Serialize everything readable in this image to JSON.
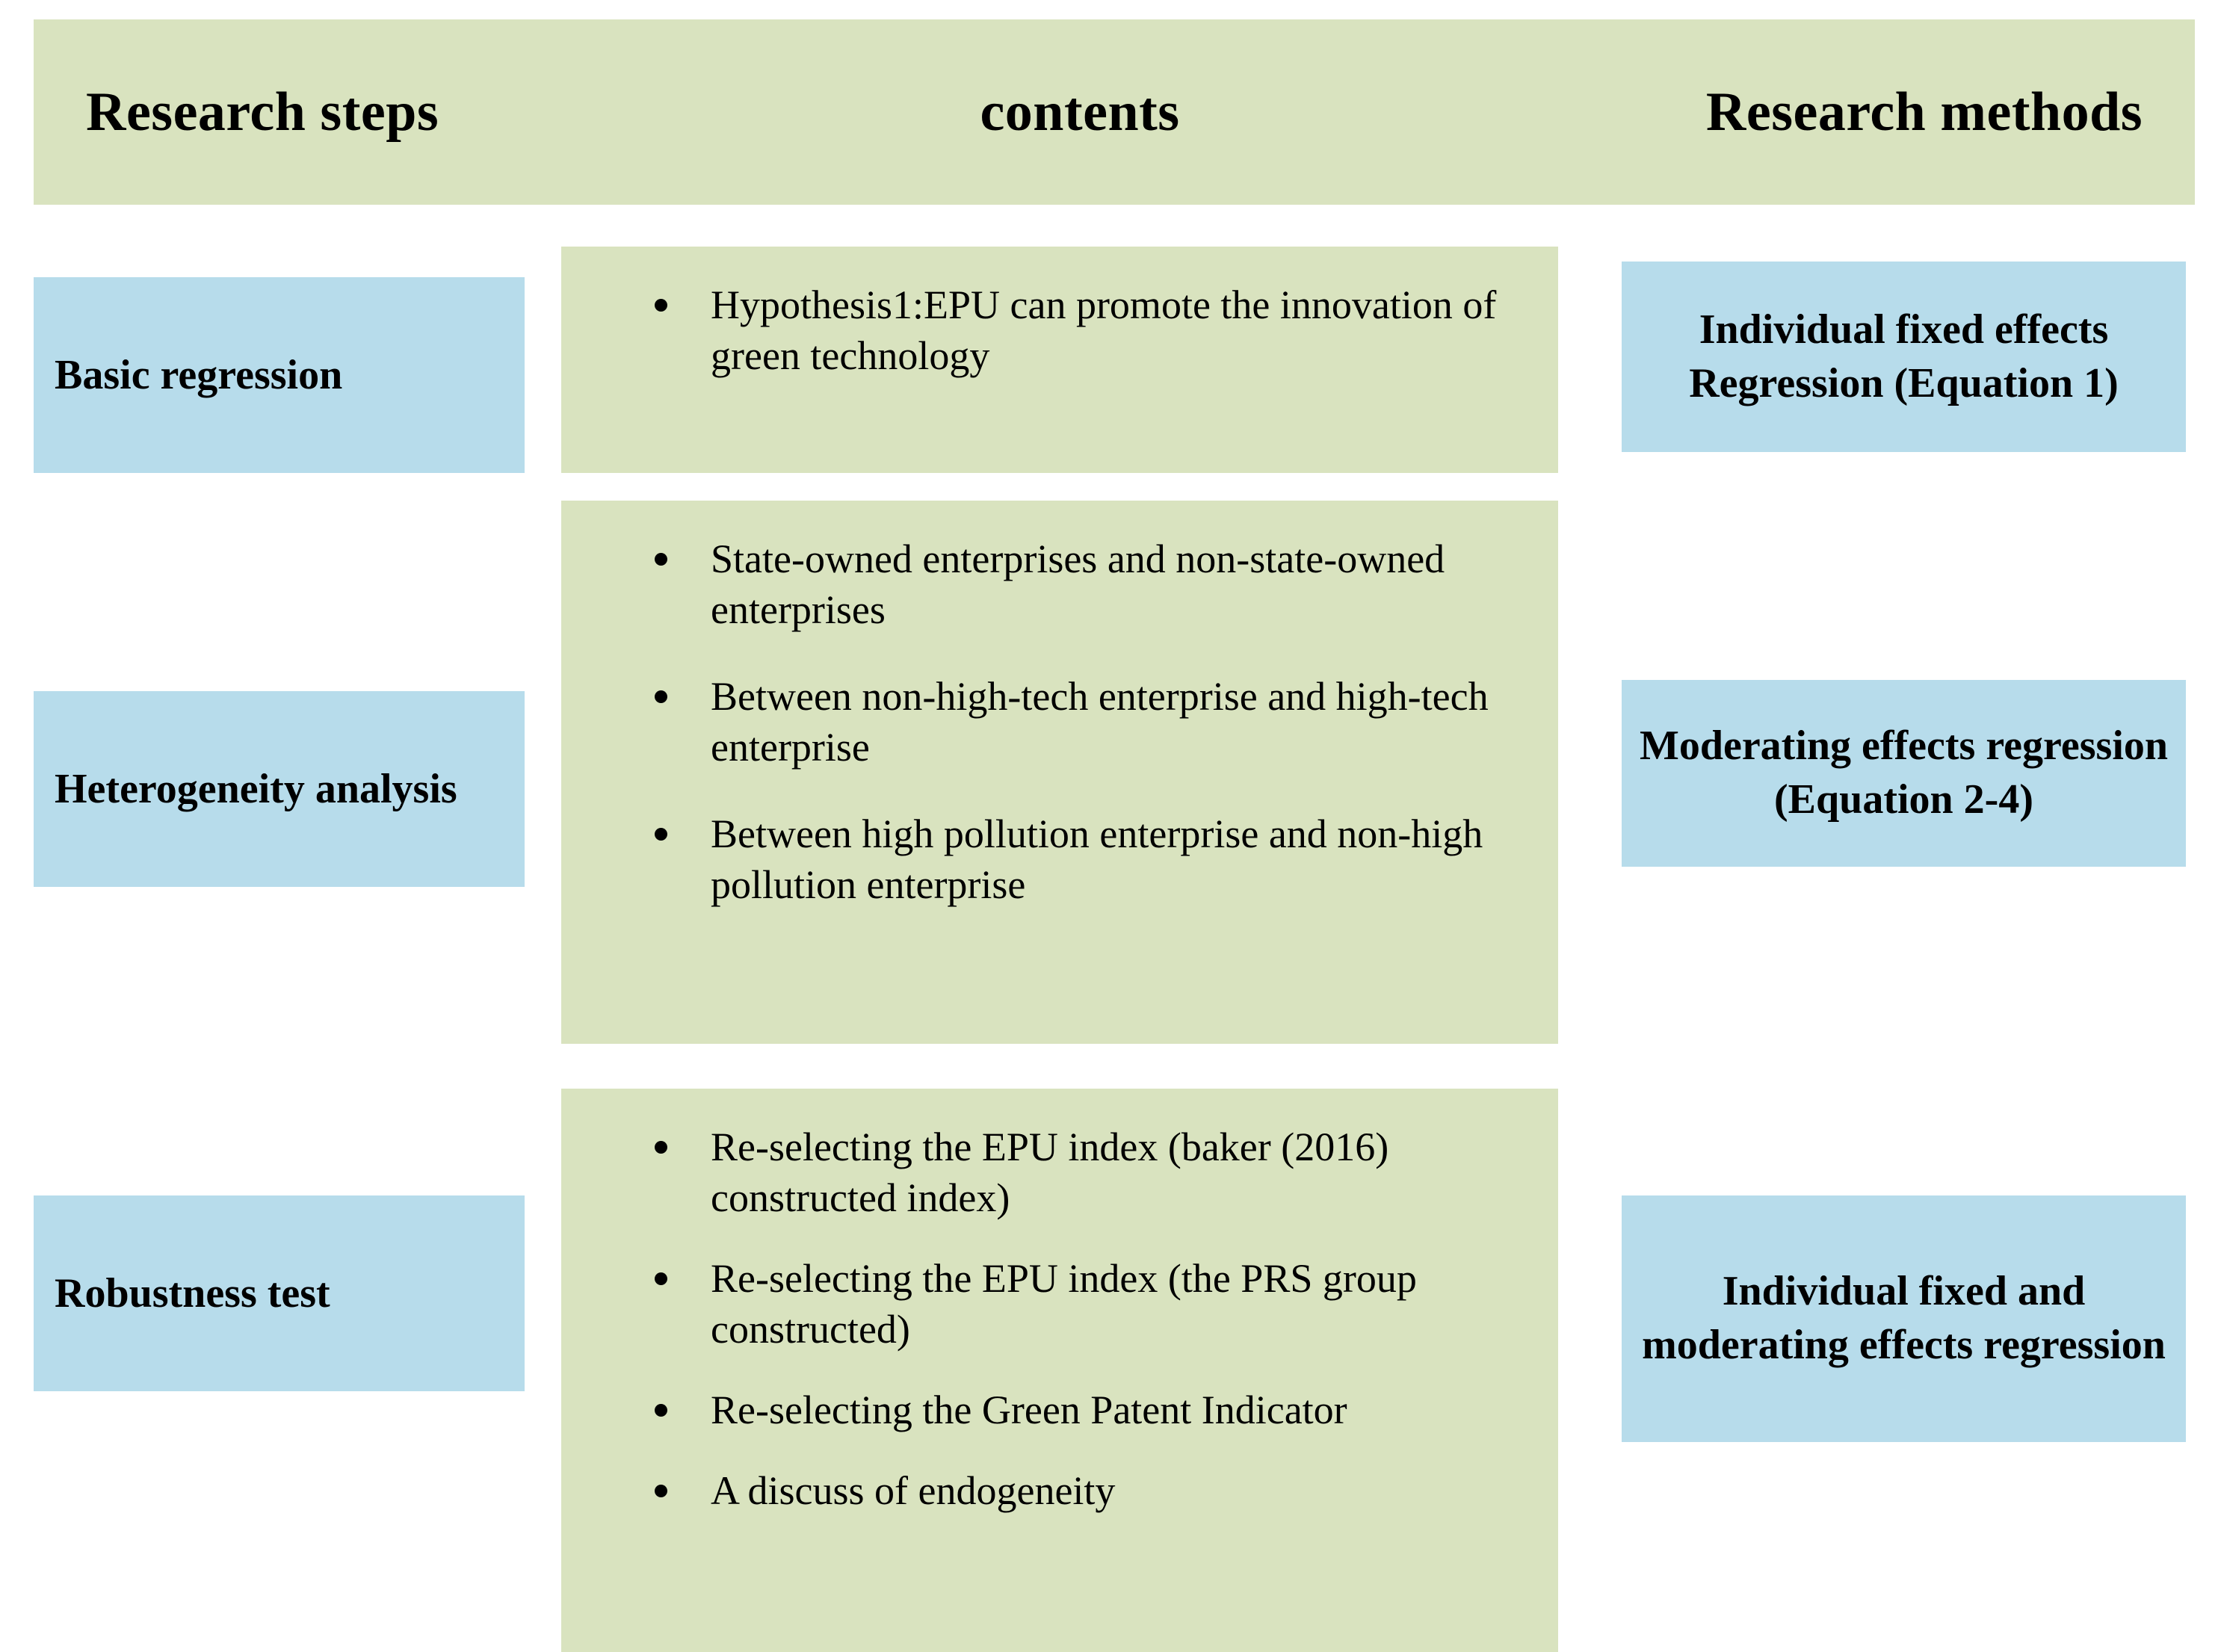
{
  "colors": {
    "green_panel": "#d9e3bf",
    "blue_panel": "#b7dceb",
    "text": "#000000"
  },
  "header": {
    "col_steps": "Research steps",
    "col_contents": "contents",
    "col_methods": "Research methods"
  },
  "rows": [
    {
      "step": "Basic regression",
      "contents": [
        "Hypothesis1:EPU can promote the innovation of green technology"
      ],
      "method": "Individual fixed effects Regression (Equation 1)"
    },
    {
      "step": "Heterogeneity analysis",
      "contents": [
        "State-owned enterprises and non-state-owned enterprises",
        "Between  non-high-tech enterprise and high-tech enterprise",
        "Between high pollution enterprise and non-high pollution enterprise"
      ],
      "method": "Moderating effects regression (Equation 2-4)"
    },
    {
      "step": "Robustness test",
      "contents": [
        "Re-selecting the EPU index (baker (2016) constructed index)",
        "Re-selecting the EPU index (the PRS group constructed)",
        "Re-selecting the Green Patent Indicator",
        "A discuss of endogeneity"
      ],
      "method": "Individual fixed and moderating effects regression"
    }
  ]
}
